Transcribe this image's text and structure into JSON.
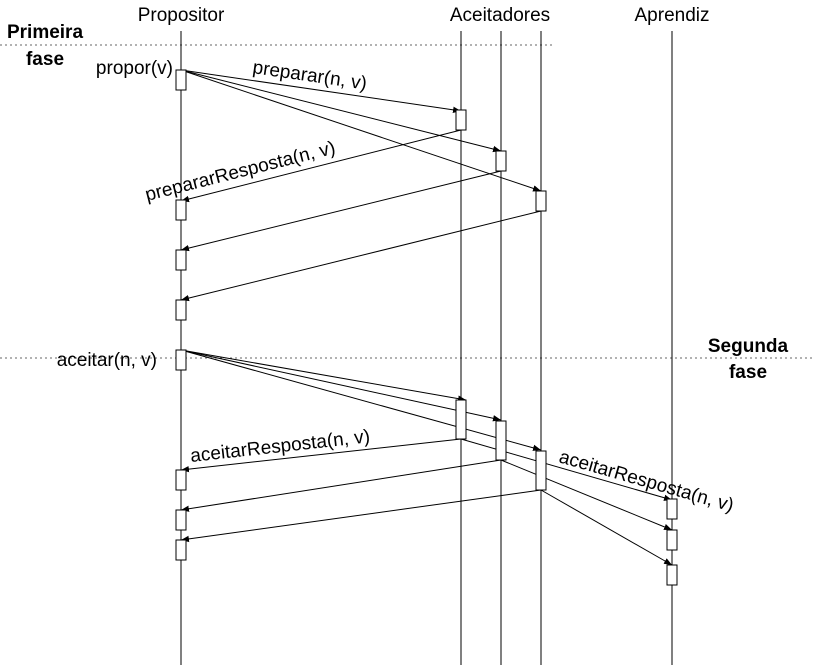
{
  "participants": {
    "proposer": "Propositor",
    "acceptors": "Aceitadores",
    "learner": "Aprendiz"
  },
  "phases": {
    "first": [
      "Primeira",
      "fase"
    ],
    "second": [
      "Segunda",
      "fase"
    ]
  },
  "messages": {
    "propose": "propor(v)",
    "prepare": "preparar(n, v)",
    "prepare_reply": "prepararResposta(n, v)",
    "accept": "aceitar(n, v)",
    "accept_reply_proposer": "aceitarResposta(n, v)",
    "accept_reply_learner": "aceitarResposta(n, v)"
  },
  "arrow_messages": [
    {
      "from": "proposer",
      "to": "acceptor-1",
      "kind": "prepare"
    },
    {
      "from": "proposer",
      "to": "acceptor-2",
      "kind": "prepare"
    },
    {
      "from": "proposer",
      "to": "acceptor-3",
      "kind": "prepare"
    },
    {
      "from": "acceptor-1",
      "to": "proposer",
      "kind": "prepare_reply"
    },
    {
      "from": "acceptor-2",
      "to": "proposer",
      "kind": "prepare_reply"
    },
    {
      "from": "acceptor-3",
      "to": "proposer",
      "kind": "prepare_reply"
    },
    {
      "from": "proposer",
      "to": "acceptor-1",
      "kind": "accept"
    },
    {
      "from": "proposer",
      "to": "acceptor-2",
      "kind": "accept"
    },
    {
      "from": "proposer",
      "to": "acceptor-3",
      "kind": "accept"
    },
    {
      "from": "acceptor-1",
      "to": "proposer",
      "kind": "accept_reply"
    },
    {
      "from": "acceptor-2",
      "to": "proposer",
      "kind": "accept_reply"
    },
    {
      "from": "acceptor-3",
      "to": "proposer",
      "kind": "accept_reply"
    },
    {
      "from": "acceptor-1",
      "to": "learner",
      "kind": "accept_reply"
    },
    {
      "from": "acceptor-2",
      "to": "learner",
      "kind": "accept_reply"
    },
    {
      "from": "acceptor-3",
      "to": "learner",
      "kind": "accept_reply"
    }
  ]
}
